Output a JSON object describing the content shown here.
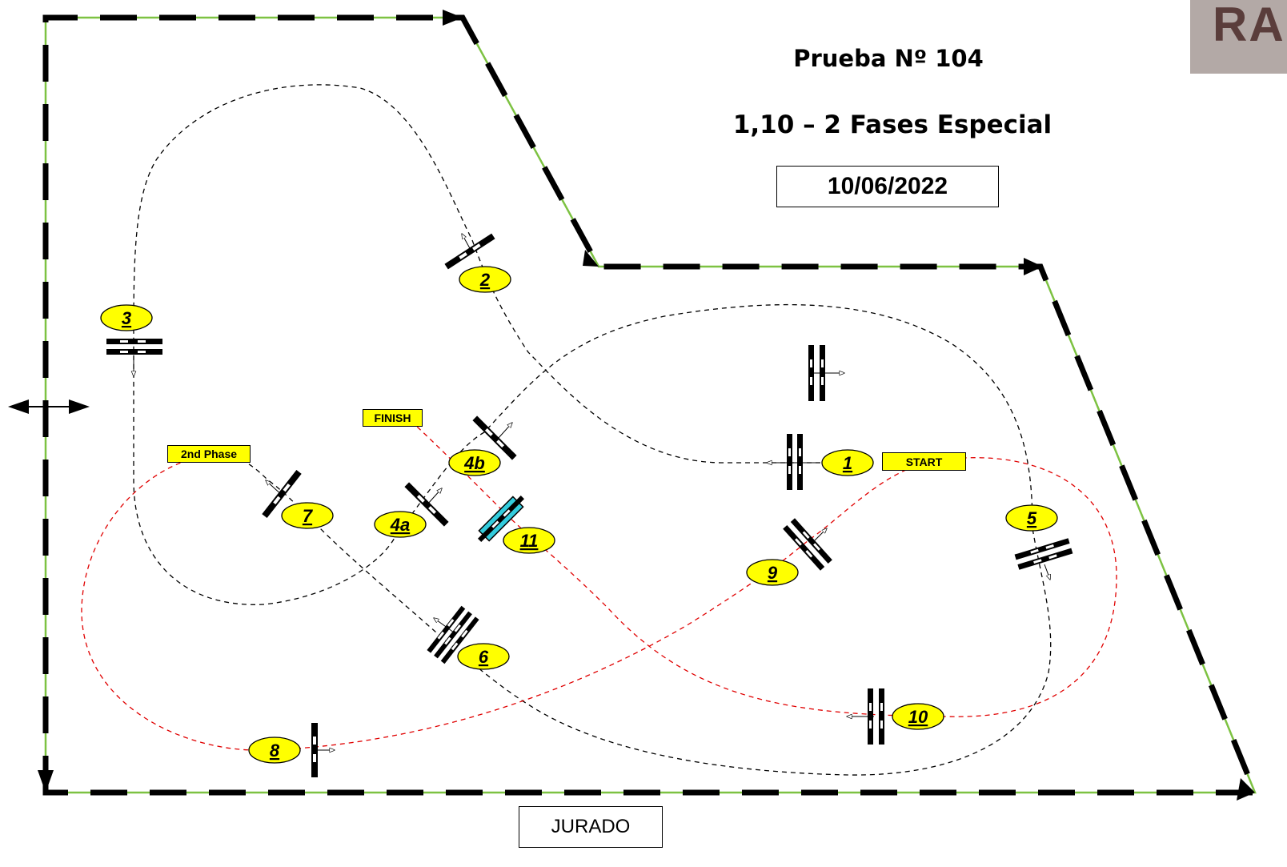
{
  "header": {
    "title": "Prueba Nº 104",
    "subtitle": "1,10 – 2 Fases Especial",
    "date": "10/06/2022"
  },
  "footer": {
    "jury_label": "JURADO"
  },
  "logo": {
    "text": "RA"
  },
  "labels": {
    "finish": "FINISH",
    "second_phase": "2nd Phase",
    "start": "START"
  },
  "obstacles": [
    {
      "id": "1",
      "label": "1",
      "type": "oxer",
      "phase": 1
    },
    {
      "id": "2",
      "label": "2",
      "type": "vertical",
      "phase": 1
    },
    {
      "id": "3",
      "label": "3",
      "type": "oxer",
      "phase": 1
    },
    {
      "id": "4a",
      "label": "4a",
      "type": "vertical",
      "phase": 1
    },
    {
      "id": "4b",
      "label": "4b",
      "type": "vertical",
      "phase": 1
    },
    {
      "id": "5",
      "label": "5",
      "type": "oxer",
      "phase": 1
    },
    {
      "id": "6",
      "label": "6",
      "type": "triple",
      "phase": 1
    },
    {
      "id": "7",
      "label": "7",
      "type": "vertical",
      "phase": 1
    },
    {
      "id": "8",
      "label": "8",
      "type": "vertical",
      "phase": 2
    },
    {
      "id": "9",
      "label": "9",
      "type": "oxer",
      "phase": 2
    },
    {
      "id": "10",
      "label": "10",
      "type": "oxer",
      "phase": 2
    },
    {
      "id": "11",
      "label": "11",
      "type": "water-vertical",
      "phase": 2
    }
  ],
  "colors": {
    "label_fill": "#ffff00",
    "phase1_path": "#000000",
    "phase2_path": "#e00000",
    "fence_accent": "#7dc242",
    "water": "#33ccdd",
    "logo_bg": "#b3a9a6"
  }
}
